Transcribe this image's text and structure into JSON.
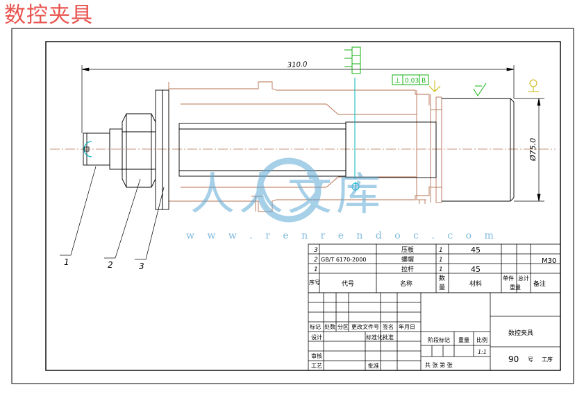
{
  "page": {
    "title": "数控夹具",
    "title_color": "#e8544f"
  },
  "colors": {
    "part": "#b5704f",
    "line": "#000000",
    "green": "#10b010",
    "cyan": "#00b8c0",
    "watermark": "#5fa9d6"
  },
  "dimensions": {
    "length": "310.0",
    "diameter": "Ø75.0"
  },
  "tolerance": {
    "symbol": "⊥",
    "value": "0.03",
    "datum": "B"
  },
  "balloons": [
    "1",
    "2",
    "3"
  ],
  "watermark": {
    "text": "人人文库",
    "url": "w w w . r e n r e n d o c . c o m"
  },
  "bom": {
    "rows": [
      {
        "no": "3",
        "code": "",
        "name": "压板",
        "qty": "1",
        "material": "45",
        "unit": "",
        "total": "",
        "remark": ""
      },
      {
        "no": "2",
        "code": "GB/T 6170-2000",
        "name": "螺帽",
        "qty": "1",
        "material": "",
        "unit": "",
        "total": "",
        "remark": "M30"
      },
      {
        "no": "1",
        "code": "",
        "name": "拉杆",
        "qty": "1",
        "material": "45",
        "unit": "",
        "total": "",
        "remark": ""
      }
    ],
    "header": {
      "no": "序号",
      "code": "代号",
      "name": "名称",
      "qty_1": "数",
      "qty_2": "量",
      "material": "材料",
      "unit": "单件",
      "total": "总计",
      "weight": "重量",
      "remark": "备注"
    }
  },
  "title_block": {
    "revision_labels": [
      "标记",
      "处数",
      "分区",
      "更改文件号",
      "签名",
      "年月日"
    ],
    "design": "设计",
    "standardize": "标准化",
    "approve_label": "批准",
    "check": "审核",
    "process": "工艺",
    "stage_mark": "阶段标记",
    "weight": "重量",
    "scale": "比例",
    "scale_value": "1:1",
    "sheets": "共    张 第    张",
    "drawing_name": "数控夹具",
    "number_value": "90",
    "number_label": "号",
    "process_label": "工序"
  }
}
